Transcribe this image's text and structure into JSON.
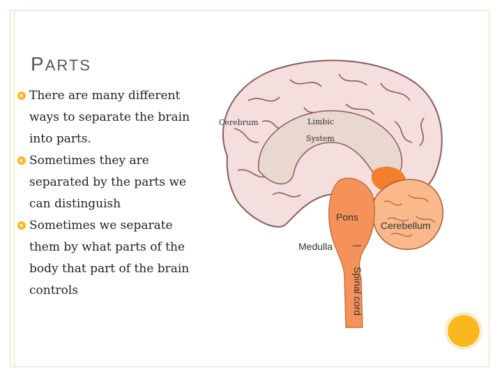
{
  "slide": {
    "title_first": "P",
    "title_rest": "ARTS",
    "bullets": [
      "There are many different ways to separate the brain into parts.",
      "Sometimes they are separated by the parts we can distinguish",
      "Sometimes we separate them by what parts of the body that part of the brain controls"
    ]
  },
  "diagram": {
    "labels": {
      "cerebrum": "Cerebrum",
      "limbic_1": "Limbic",
      "limbic_2": "System",
      "pons": "Pons",
      "cerebellum": "Cerebellum",
      "medulla": "Medulla",
      "spinal_cord": "Spinal cord"
    }
  },
  "colors": {
    "accent": "#fbb81d",
    "frame": "#f3d6b3",
    "brain_fold": "#f5dede",
    "brain_inner": "#e9d8cf",
    "brainstem": "#f4925a",
    "cerebellum": "#f9b98a",
    "thalamus": "#f37e2d"
  }
}
